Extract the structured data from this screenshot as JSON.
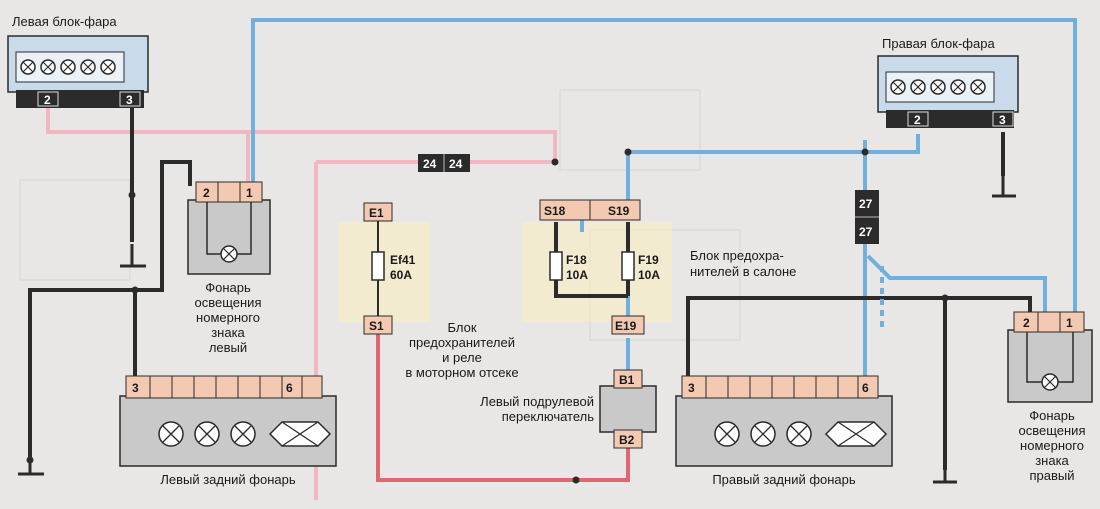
{
  "colors": {
    "background": "#e9e7e5",
    "wire_black": "#2b2b2b",
    "wire_blue": "#6fb0de",
    "wire_pink": "#f2b8c2",
    "wire_red": "#e2666f",
    "connector_light": "#f4c9b2",
    "connector_dark": "#2b2b2b",
    "headlight_panel": "#c9dbea",
    "module_zone": "#f5ecc8"
  },
  "left_headlight": {
    "title": "Левая блок-фара",
    "pin_a": "2",
    "pin_b": "3"
  },
  "right_headlight": {
    "title": "Правая блок-фара",
    "pin_a": "2",
    "pin_b": "3"
  },
  "left_plate_lamp": {
    "pin_a": "2",
    "pin_b": "1",
    "caption": [
      "Фонарь",
      "освещения",
      "номерного",
      "знака",
      "левый"
    ]
  },
  "right_plate_lamp": {
    "pin_a": "2",
    "pin_b": "1",
    "caption": [
      "Фонарь",
      "освещения",
      "номерного",
      "знака",
      "правый"
    ]
  },
  "left_rear_light": {
    "pin_a": "3",
    "pin_b": "6",
    "caption": "Левый задний фонарь"
  },
  "right_rear_light": {
    "pin_a": "3",
    "pin_b": "6",
    "caption": "Правый задний фонарь"
  },
  "connector_24": {
    "pin_a": "24",
    "pin_b": "24"
  },
  "connector_27": {
    "pin_a": "27",
    "pin_b": "27"
  },
  "engine_fuse_block": {
    "pin_top": "E1",
    "fuse_name": "Ef41",
    "fuse_rating": "60A",
    "pin_bottom": "S1",
    "caption": [
      "Блок",
      "предохранителей",
      "и реле",
      "в моторном отсеке"
    ]
  },
  "cabin_fuse_block": {
    "pin_left": "S18",
    "pin_right": "S19",
    "fuse1_name": "F18",
    "fuse1_rating": "10A",
    "fuse2_name": "F19",
    "fuse2_rating": "10A",
    "pin_bottom": "E19",
    "caption": [
      "Блок предохра-",
      "нителей в салоне"
    ]
  },
  "steering_switch": {
    "pin_top": "B1",
    "pin_bottom": "B2",
    "caption": [
      "Левый подрулевой",
      "переключатель"
    ]
  }
}
